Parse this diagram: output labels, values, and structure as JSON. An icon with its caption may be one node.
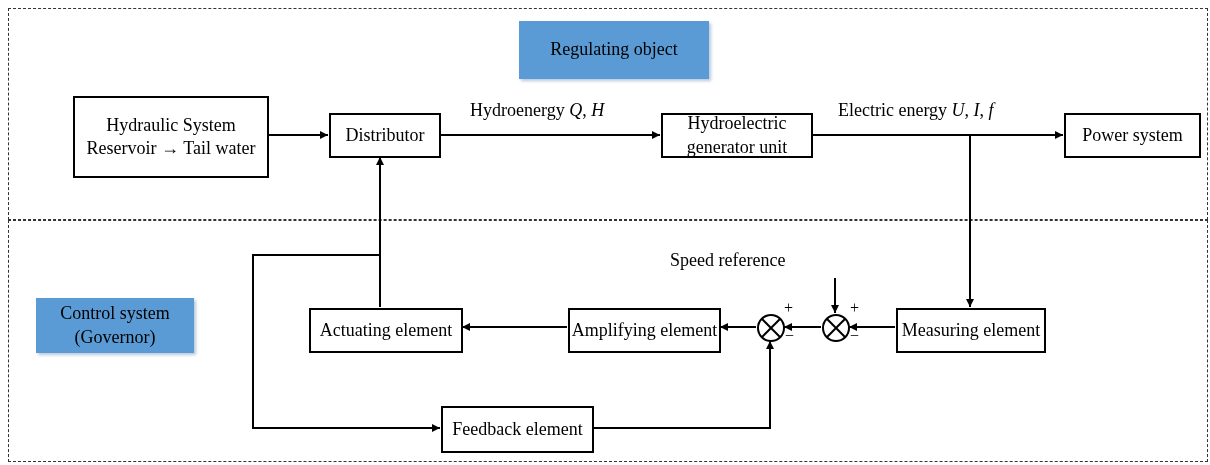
{
  "diagram": {
    "nodes": [
      {
        "text": [
          "Regulating object"
        ]
      },
      {
        "text": [
          "Hydraulic System Reservoir → Tail water"
        ],
        "in": 0
      },
      {
        "text": [
          "Distributor"
        ],
        "in": 0
      },
      {
        "text": [
          "Hydroelectric generator unit"
        ],
        "in": 0
      },
      {
        "text": [
          "Power system"
        ],
        "in": 0
      },
      {
        "text": [
          "Control system (Governor)"
        ]
      },
      {
        "text": [
          "Actuating element"
        ],
        "in": 5
      },
      {
        "text": [
          "Amplifying element"
        ],
        "in": 5
      },
      {
        "text": [
          "Feedback element"
        ],
        "in": 5
      },
      {
        "text": [
          "Measuring element"
        ],
        "in": 5
      },
      {
        "text": [],
        "shape": "circle",
        "in": 5
      },
      {
        "text": [],
        "shape": "circle",
        "in": 5
      }
    ],
    "edges": [
      {
        "from": 1,
        "to": 2,
        "arrow": "to"
      },
      {
        "from": 2,
        "to": 3,
        "arrow": "to",
        "label": "Hydroenergy *Q*, *H*"
      },
      {
        "from": 3,
        "to": 4,
        "arrow": "to",
        "label": "Electric energy *U*, *I*, *f*"
      },
      {
        "from": 3,
        "to": 9,
        "arrow": "to"
      },
      {
        "from": 9,
        "to": 11,
        "arrow": "to"
      },
      {
        "from": 11,
        "to": 10,
        "arrow": "to"
      },
      {
        "from": 10,
        "to": 7,
        "arrow": "to"
      },
      {
        "from": 7,
        "to": 6,
        "arrow": "to"
      },
      {
        "from": 6,
        "to": 2,
        "arrow": "to"
      },
      {
        "from": 6,
        "to": 8,
        "arrow": "to"
      },
      {
        "from": 8,
        "to": 10,
        "arrow": "to"
      },
      {
        "from": null,
        "to": 11,
        "arrow": "to"
      }
    ],
    "labels": [
      "Speed reference",
      "+",
      "−",
      "+",
      "−"
    ]
  }
}
